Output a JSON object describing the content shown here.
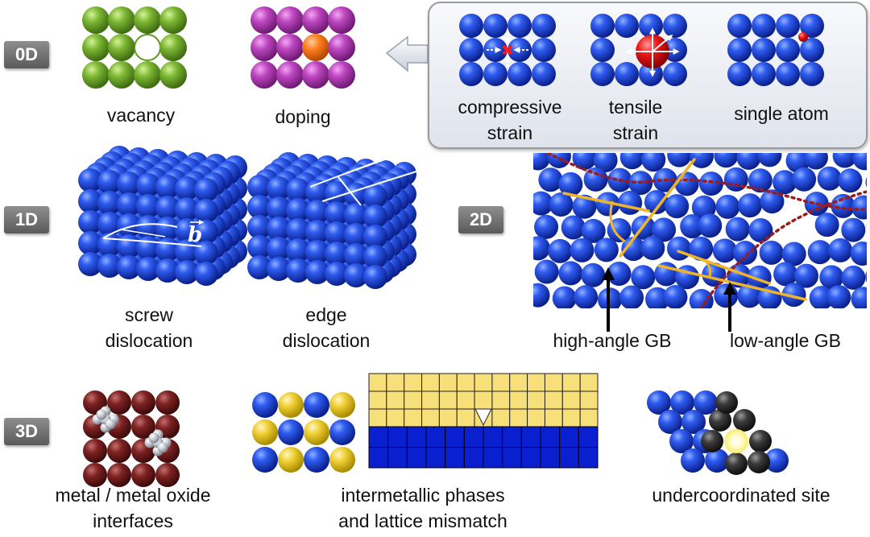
{
  "badges": {
    "d0": "0D",
    "d1": "1D",
    "d2": "2D",
    "d3": "3D"
  },
  "labels": {
    "vacancy": "vacancy",
    "doping": "doping",
    "compressive_1": "compressive",
    "compressive_2": "strain",
    "tensile_1": "tensile",
    "tensile_2": "strain",
    "single_atom": "single atom",
    "screw_1": "screw",
    "screw_2": "dislocation",
    "edge_1": "edge",
    "edge_2": "dislocation",
    "high_angle_gb": "high-angle GB",
    "low_angle_gb": "low-angle GB",
    "burgers": "b",
    "mo_1": "metal / metal oxide",
    "mo_2": "interfaces",
    "im_1": "intermetallic phases",
    "im_2": "and lattice mismatch",
    "undercoordinated": "undercoordinated site"
  },
  "colors": {
    "blue_atom": "#1a3fd6",
    "green_atom": "#6aa82a",
    "magenta_atom": "#b63fb8",
    "orange_dopant": "#ff7a1a",
    "red_atom": "#e01010",
    "yellow_atom": "#f2d53a",
    "maroon_atom": "#7a1f1f",
    "dark_atom": "#3a3a3a",
    "gb_line": "#f0b429",
    "gb_boundary": "#9b1c1c",
    "mismatch_yellow": "#f7e07a",
    "mismatch_blue": "#0a1fd0"
  }
}
